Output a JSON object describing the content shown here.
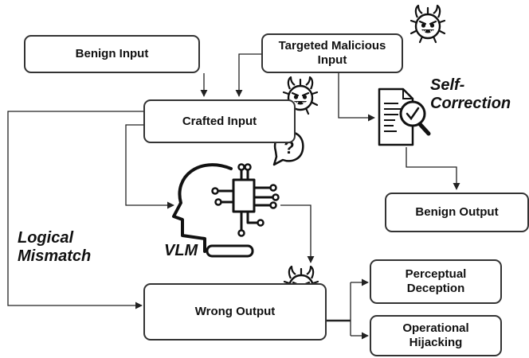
{
  "nodes": {
    "benign_input": "Benign Input",
    "targeted_malicious_input": "Targeted Malicious Input",
    "crafted_input": "Crafted Input",
    "benign_output": "Benign Output",
    "wrong_output": "Wrong Output",
    "perceptual_deception": "Perceptual Deception",
    "operational_hijacking": "Operational Hijacking"
  },
  "labels": {
    "self_correction_1": "Self-",
    "self_correction_2": "Correction",
    "vlm": "VLM",
    "logical_mismatch_1": "Logical",
    "logical_mismatch_2": "Mismatch"
  },
  "icons": [
    "devil-icon",
    "document-check-icon",
    "ai-head-icon",
    "question-bubble-icon"
  ]
}
